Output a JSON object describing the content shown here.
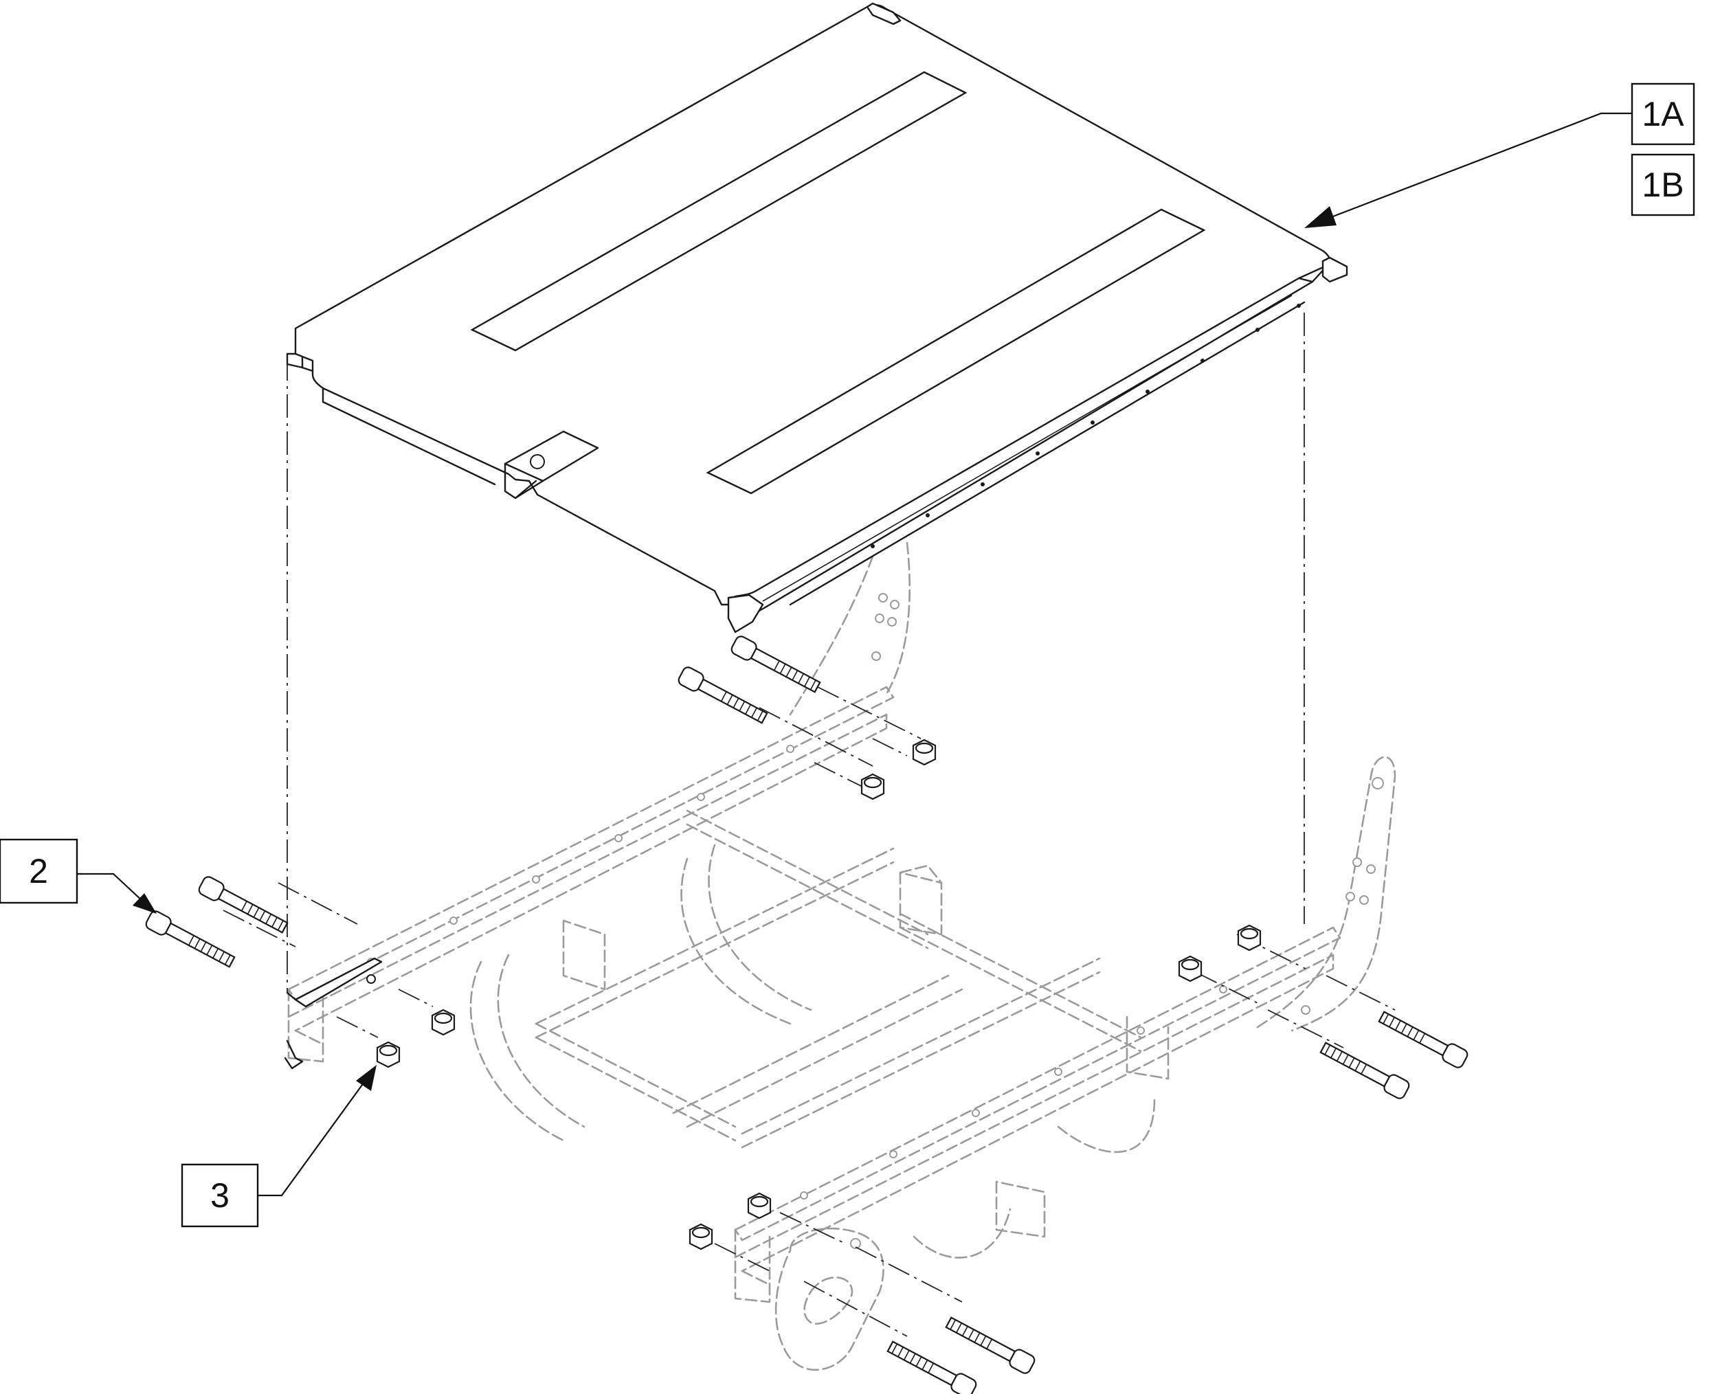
{
  "callouts": [
    {
      "id": "1A",
      "label": "1A"
    },
    {
      "id": "1B",
      "label": "1B"
    },
    {
      "id": "2",
      "label": "2"
    },
    {
      "id": "3",
      "label": "3"
    }
  ]
}
